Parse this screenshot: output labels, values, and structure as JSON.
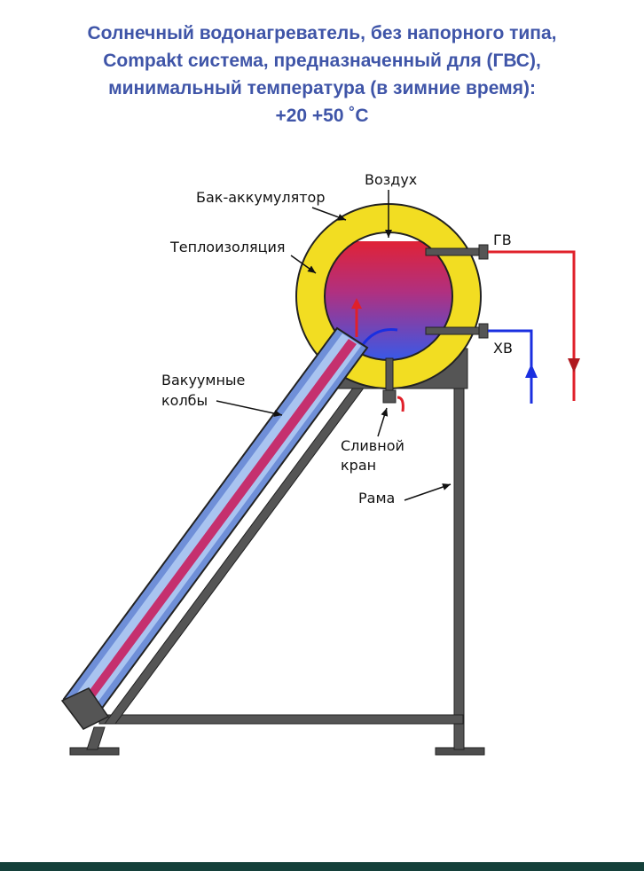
{
  "title": {
    "line1": "Солнечный водонагреватель, без напорного типа,",
    "line2": "Compakt система, предназначенный для (ГВС),",
    "line3": "минимальный температура (в зимние время):",
    "line4": "+20 +50 ˚C"
  },
  "labels": {
    "air": "Воздух",
    "tank": "Бак-аккумулятор",
    "insulation": "Теплоизоляция",
    "hot_water": "ГВ",
    "cold_water": "ХВ",
    "tubes_line1": "Вакуумные",
    "tubes_line2": "колбы",
    "drain_line1": "Сливной",
    "drain_line2": "кран",
    "frame": "Рама"
  },
  "colors": {
    "title": "#3f55a8",
    "insulation": "#f2dd22",
    "hot": "#e0202a",
    "cold": "#2a55e8",
    "frame": "#4d4d4d",
    "bottom_bar": "#14403a"
  }
}
